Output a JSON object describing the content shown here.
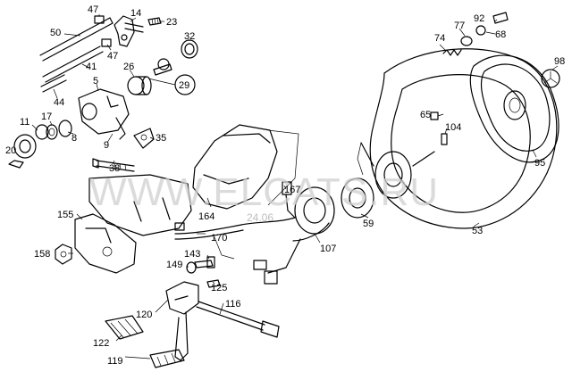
{
  "watermark": "WWW.ELCATS.RU",
  "watermark_sub": "24.06",
  "parts": [
    {
      "id": "p47a",
      "label": "47"
    },
    {
      "id": "p14",
      "label": "14"
    },
    {
      "id": "p23",
      "label": "23"
    },
    {
      "id": "p50",
      "label": "50"
    },
    {
      "id": "p47b",
      "label": "47"
    },
    {
      "id": "p32",
      "label": "32"
    },
    {
      "id": "p41",
      "label": "41"
    },
    {
      "id": "p26",
      "label": "26"
    },
    {
      "id": "p29",
      "label": "29"
    },
    {
      "id": "p44",
      "label": "44"
    },
    {
      "id": "p5",
      "label": "5"
    },
    {
      "id": "p11",
      "label": "11"
    },
    {
      "id": "p17",
      "label": "17"
    },
    {
      "id": "p8",
      "label": "8"
    },
    {
      "id": "p20",
      "label": "20"
    },
    {
      "id": "p9",
      "label": "9"
    },
    {
      "id": "p35",
      "label": "35"
    },
    {
      "id": "p38",
      "label": "38"
    },
    {
      "id": "p155",
      "label": "155"
    },
    {
      "id": "p158",
      "label": "158"
    },
    {
      "id": "p164",
      "label": "164"
    },
    {
      "id": "p167",
      "label": "167"
    },
    {
      "id": "p170",
      "label": "170"
    },
    {
      "id": "p149",
      "label": "149"
    },
    {
      "id": "p143",
      "label": "143"
    },
    {
      "id": "p125",
      "label": "125"
    },
    {
      "id": "p116",
      "label": "116"
    },
    {
      "id": "p120",
      "label": "120"
    },
    {
      "id": "p122",
      "label": "122"
    },
    {
      "id": "p119",
      "label": "119"
    },
    {
      "id": "p107",
      "label": "107"
    },
    {
      "id": "p59",
      "label": "59"
    },
    {
      "id": "p53",
      "label": "53"
    },
    {
      "id": "p65",
      "label": "65"
    },
    {
      "id": "p104",
      "label": "104"
    },
    {
      "id": "p95",
      "label": "95"
    },
    {
      "id": "p98",
      "label": "98"
    },
    {
      "id": "p74",
      "label": "74"
    },
    {
      "id": "p77",
      "label": "77"
    },
    {
      "id": "p92",
      "label": "92"
    },
    {
      "id": "p68",
      "label": "68"
    }
  ]
}
